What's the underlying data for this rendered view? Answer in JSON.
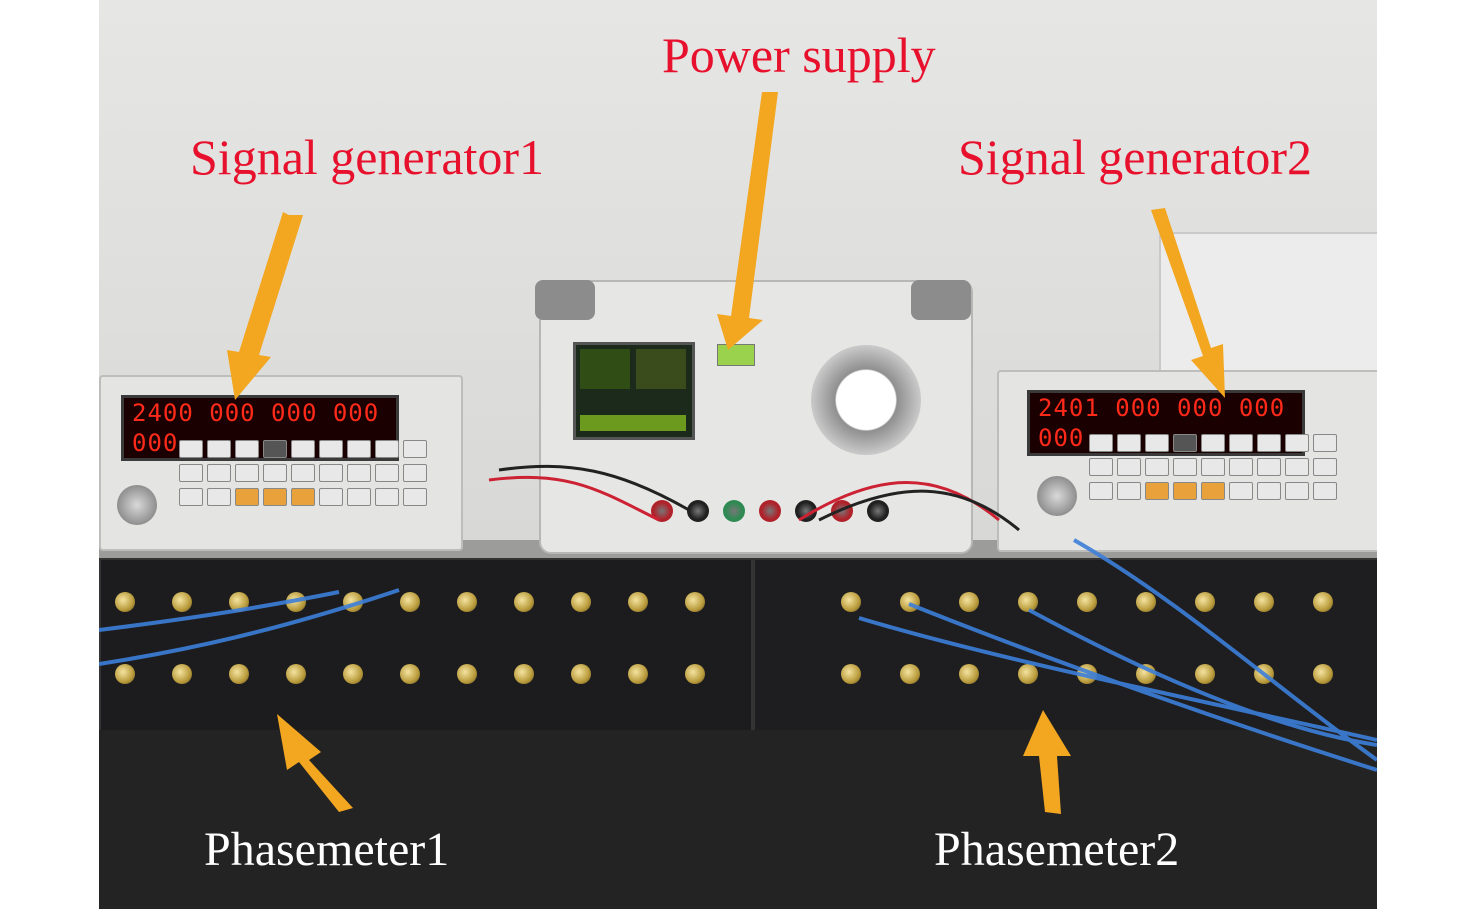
{
  "labels": {
    "power_supply": "Power supply",
    "signal_generator_1": "Signal generator1",
    "signal_generator_2": "Signal generator2",
    "phasemeter_1": "Phasemeter1",
    "phasemeter_2": "Phasemeter2"
  },
  "displays": {
    "signal_generator_1": "2400 000 000 000 000",
    "signal_generator_2": "2401 000 000 000 000"
  },
  "colors": {
    "label_red": "#e8112d",
    "label_white": "#ffffff",
    "arrow_orange": "#f3a620"
  }
}
